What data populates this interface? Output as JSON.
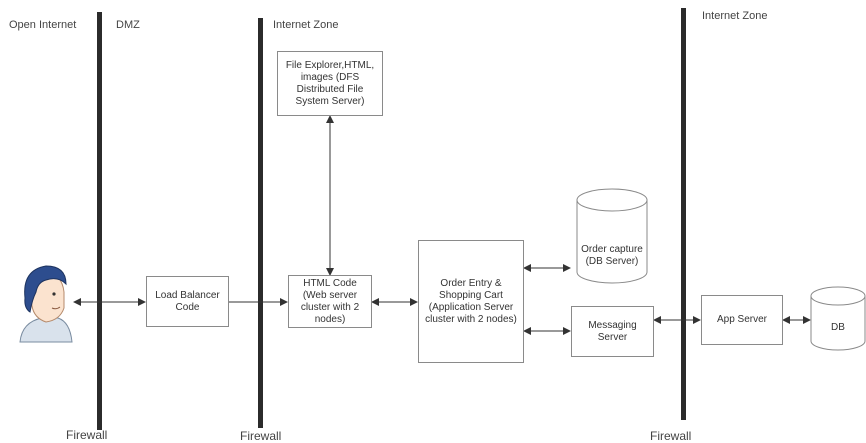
{
  "zones": {
    "open_internet": "Open Internet",
    "dmz": "DMZ",
    "internet_zone_1": "Internet Zone",
    "internet_zone_2": "Internet Zone"
  },
  "firewalls": {
    "fw1": "Firewall",
    "fw2": "Firewall",
    "fw3": "Firewall"
  },
  "nodes": {
    "file_explorer": "File Explorer,HTML,\nimages (DFS\nDistributed File\nSystem Server)",
    "load_balancer": "Load Balancer\nCode",
    "html_code": "HTML Code\n(Web server\ncluster with 2\nnodes)",
    "order_entry": "Order Entry &\nShopping Cart\n(Application Server\ncluster with 2 nodes)",
    "order_capture": "Order capture\n(DB Server)",
    "messaging": "Messaging\nServer",
    "app_server": "App Server",
    "db": "DB"
  },
  "icons": {
    "user": "user-avatar-icon"
  }
}
